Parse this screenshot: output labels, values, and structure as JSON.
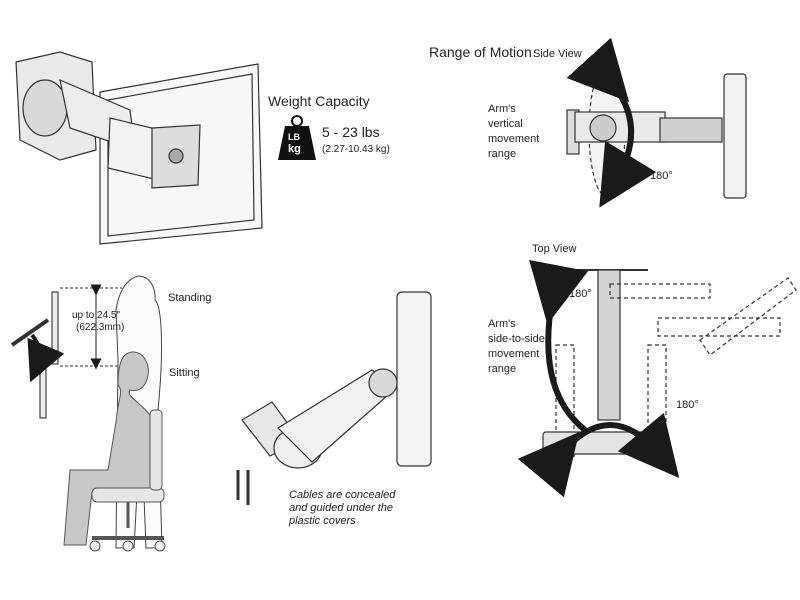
{
  "weight": {
    "title": "Weight Capacity",
    "icon_line1": "LB",
    "icon_line2": "kg",
    "range": "5 - 23 lbs",
    "range_metric": "(2.27-10.43 kg)"
  },
  "motion": {
    "title": "Range of Motion",
    "side_view": "Side View",
    "top_view": "Top View",
    "vertical_lines": [
      "Arm's",
      "vertical",
      "movement",
      "range"
    ],
    "vertical_degrees": "180°",
    "side_lines": [
      "Arm's",
      "side-to-side",
      "movement",
      "range"
    ],
    "top_degrees_left": "180°",
    "top_degrees_right": "180°"
  },
  "height": {
    "adjust_label": "up to 24.5\"",
    "adjust_metric": "(622.3mm)",
    "standing": "Standing",
    "sitting": "Sitting"
  },
  "cables": {
    "lines": [
      "Cables are concealed",
      "and  guided under the",
      "plastic covers"
    ]
  }
}
